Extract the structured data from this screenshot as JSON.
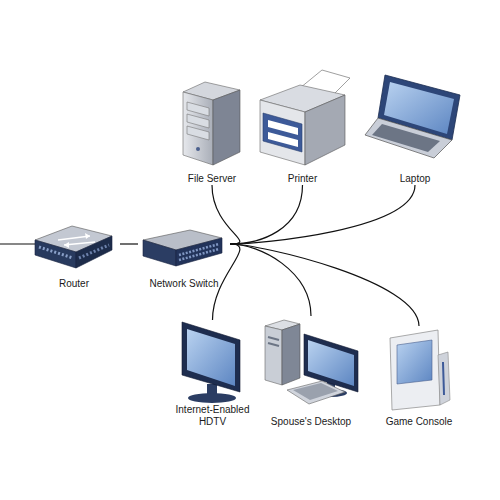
{
  "diagram": {
    "nodes": [
      {
        "text": [
          "File Server"
        ]
      },
      {
        "text": [
          "Printer"
        ]
      },
      {
        "text": [
          "Laptop"
        ]
      },
      {
        "text": [
          "Router"
        ]
      },
      {
        "text": [
          "Network Switch"
        ]
      },
      {
        "text": [
          "Internet-Enabled HDTV"
        ]
      },
      {
        "text": [
          "Spouse's Desktop"
        ]
      },
      {
        "text": [
          "Game Console"
        ]
      }
    ],
    "edges": [
      {
        "from": 3,
        "to": 4,
        "arrow": "none"
      },
      {
        "from": 4,
        "to": 0,
        "arrow": "none"
      },
      {
        "from": 4,
        "to": 1,
        "arrow": "none"
      },
      {
        "from": 4,
        "to": 2,
        "arrow": "none"
      },
      {
        "from": 4,
        "to": 5,
        "arrow": "none"
      },
      {
        "from": 4,
        "to": 6,
        "arrow": "none"
      },
      {
        "from": 4,
        "to": 7,
        "arrow": "none"
      }
    ]
  }
}
